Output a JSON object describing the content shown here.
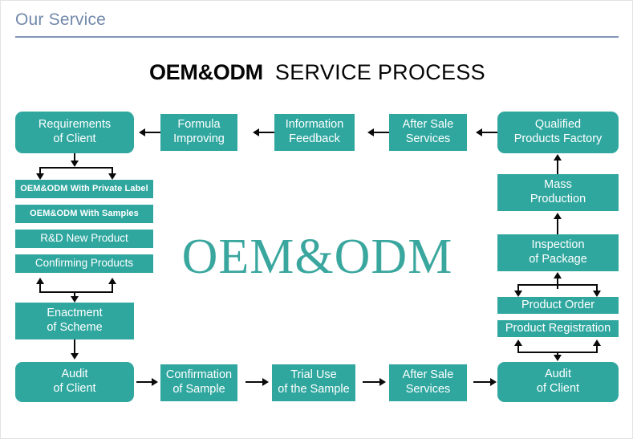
{
  "header": {
    "title": "Our Service",
    "rule_color": "#8296b5",
    "title_color": "#7289ab"
  },
  "diagram": {
    "title_strong": "OEM&ODM",
    "title_light": "SERVICE PROCESS",
    "watermark": "OEM&ODM",
    "accent_color": "#2fa79f",
    "watermark_color": "#3aa79f",
    "connector_color": "#0a0a0a"
  },
  "nodes": {
    "requirements_of_client": {
      "line1": "Requirements",
      "line2": "of Client"
    },
    "formula_improving": {
      "line1": "Formula",
      "line2": "Improving"
    },
    "information_feedback": {
      "line1": "Information",
      "line2": "Feedback"
    },
    "after_sale_services_top": {
      "line1": "After Sale",
      "line2": "Services"
    },
    "qualified_products_factory": {
      "line1": "Qualified",
      "line2": "Products Factory"
    },
    "oem_odm_private_label": {
      "line1": "OEM&ODM With Private Label"
    },
    "oem_odm_with_samples": {
      "line1": "OEM&ODM With Samples"
    },
    "rd_new_product": {
      "line1": "R&D New Product"
    },
    "confirming_products": {
      "line1": "Confirming Products"
    },
    "enactment_of_scheme": {
      "line1": "Enactment",
      "line2": "of Scheme"
    },
    "audit_of_client_left": {
      "line1": "Audit",
      "line2": "of Client"
    },
    "confirmation_of_sample": {
      "line1": "Confirmation",
      "line2": "of Sample"
    },
    "trial_use_of_the_sample": {
      "line1": "Trial Use",
      "line2": "of the Sample"
    },
    "after_sale_services_bottom": {
      "line1": "After Sale",
      "line2": "Services"
    },
    "audit_of_client_right": {
      "line1": "Audit",
      "line2": "of Client"
    },
    "mass_production": {
      "line1": "Mass",
      "line2": "Production"
    },
    "inspection_of_package": {
      "line1": "Inspection",
      "line2": "of Package"
    },
    "product_order": {
      "line1": "Product Order"
    },
    "product_registration": {
      "line1": "Product Registration"
    }
  }
}
